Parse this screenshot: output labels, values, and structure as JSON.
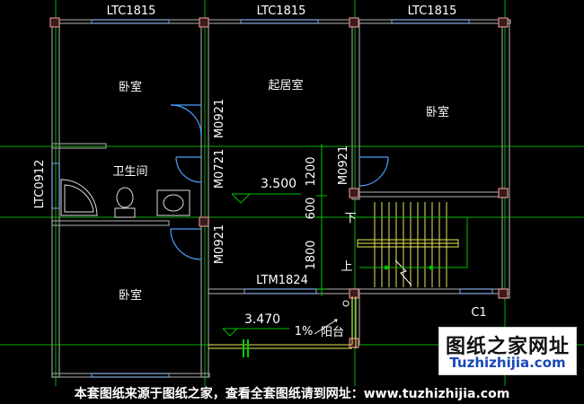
{
  "plan": {
    "rooms": {
      "bedroom_top_left": "卧室",
      "living_room": "起居室",
      "bedroom_right": "卧室",
      "bathroom": "卫生间",
      "bedroom_bottom_left": "卧室",
      "balcony": "阳台"
    },
    "windows": {
      "top_left": "LTC1815",
      "top_middle": "LTC1815",
      "top_right": "LTC1815",
      "left_bath": "LTC0912",
      "balcony_door": "LTM1824",
      "stair_window": "C1"
    },
    "doors": {
      "bedroom_top": "M0921",
      "bathroom": "M0721",
      "bedroom_bottom": "M0921",
      "bedroom_right": "M0921"
    },
    "levels": {
      "floor": "3.500",
      "balcony": "3.470"
    },
    "dimensions": [
      "1200",
      "600",
      "1800"
    ],
    "slope": "1%",
    "stair_labels": {
      "down": "下",
      "up": "上"
    }
  },
  "watermark": {
    "title": "图纸之家网址",
    "url": "Tuzhizhijia.com"
  },
  "notice": "本套图纸来源于图纸之家，查看全套图纸请到网址：www.tuzhizhijia.com",
  "colors": {
    "background": "#000000",
    "wall": "#7f7f7f",
    "column": "#d98a8a",
    "window": "#7aa7e6",
    "door": "#4aa0ff",
    "axis": "#00c000",
    "stair": "#e6e65a",
    "text": "#ffffff",
    "url": "#1947b8"
  }
}
